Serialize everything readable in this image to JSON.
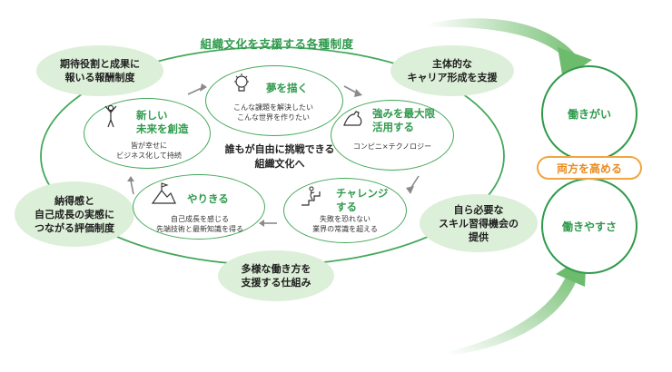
{
  "title": "組織文化を支援する各種制度",
  "center": "誰もが自由に挑戦できる\n組織文化へ",
  "supports": {
    "top_left": "期待役割と成果に\n報いる報酬制度",
    "top_right": "主体的な\nキャリア形成を支援",
    "left": "納得感と\n自己成長の実感に\nつながる評価制度",
    "right": "自ら必要な\nスキル習得機会の\n提供",
    "bottom": "多様な働き方を\n支援する仕組み"
  },
  "stages": {
    "dream": {
      "title": "夢を描く",
      "desc": "こんな課題を解決したい\nこんな世界を作りたい",
      "icon": "lightbulb-head-icon"
    },
    "strength": {
      "title": "強みを最大限\n活用する",
      "desc": "コンピニ×テクノロジー",
      "icon": "flexed-arm-icon"
    },
    "challenge": {
      "title": "チャレンジ\nする",
      "desc": "失敗を恐れない\n業界の常識を超える",
      "icon": "climbing-stairs-icon"
    },
    "achieve": {
      "title": "やりきる",
      "desc": "自己成長を感じる\n先端技術と最新知識を得る",
      "icon": "flag-mountain-icon"
    },
    "create": {
      "title": "新しい\n未来を創造",
      "desc": "皆が幸せに\nビジネス化して持続",
      "icon": "raised-arms-person-icon"
    }
  },
  "outcomes": {
    "top": "働きがい",
    "bottom": "働きやすさ",
    "middle": "両方を高める"
  },
  "colors": {
    "accent_green": "#2f9a4c",
    "light_green": "#dcefd8",
    "orange": "#e98a1e"
  }
}
